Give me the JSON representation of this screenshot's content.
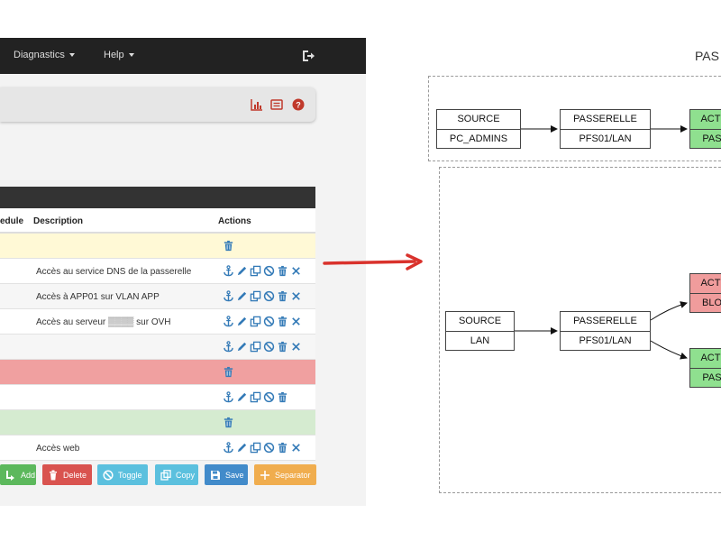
{
  "navbar": {
    "diagnostics_label": "Diagnastics",
    "help_label": "Help"
  },
  "table": {
    "headers": {
      "module": "edule",
      "description": "Description",
      "actions": "Actions"
    },
    "rows": [
      {
        "style": "yellow",
        "description": "",
        "actions": [
          "trash"
        ]
      },
      {
        "style": "white",
        "description": "Accès au service DNS de la passerelle",
        "actions": [
          "anchor",
          "pencil",
          "copy",
          "ban",
          "trash",
          "cross"
        ]
      },
      {
        "style": "grey",
        "description": "Accès à APP01 sur VLAN APP",
        "actions": [
          "anchor",
          "pencil",
          "copy",
          "ban",
          "trash",
          "cross"
        ]
      },
      {
        "style": "white",
        "description": "Accès au serveur ▒▒▒▒ sur OVH",
        "actions": [
          "anchor",
          "pencil",
          "copy",
          "ban",
          "trash",
          "cross"
        ]
      },
      {
        "style": "grey",
        "description": "",
        "actions": [
          "anchor",
          "pencil",
          "copy",
          "ban",
          "trash",
          "cross"
        ]
      },
      {
        "style": "red",
        "description": "",
        "actions": [
          "trash"
        ]
      },
      {
        "style": "white",
        "description": "",
        "actions": [
          "anchor",
          "pencil",
          "copy",
          "ban",
          "trash"
        ]
      },
      {
        "style": "green",
        "description": "",
        "actions": [
          "trash"
        ]
      },
      {
        "style": "white",
        "description": "Accès web",
        "actions": [
          "anchor",
          "pencil",
          "copy",
          "ban",
          "trash",
          "cross"
        ]
      }
    ]
  },
  "buttons": {
    "add": "Add",
    "delete": "Delete",
    "toggle": "Toggle",
    "copy": "Copy",
    "save": "Save",
    "separator": "Separator"
  },
  "diagram": {
    "title": "PAS",
    "top": {
      "source": [
        "SOURCE",
        "PC_ADMINS"
      ],
      "gateway": [
        "PASSERELLE",
        "PFS01/LAN"
      ],
      "action": [
        "ACTI",
        "PAS"
      ]
    },
    "bottom": {
      "source": [
        "SOURCE",
        "LAN"
      ],
      "gateway": [
        "PASSERELLE",
        "PFS01/LAN"
      ],
      "action_block": [
        "ACTI",
        "BLO"
      ],
      "action_pass": [
        "ACTI",
        "PAS"
      ]
    }
  },
  "colors": {
    "navbar": "#222222",
    "row_yellow": "#fff9d6",
    "row_red": "#f0a0a0",
    "row_green": "#d5ebd0",
    "icon_blue": "#337ab7",
    "btn_add": "#5cb85c",
    "btn_delete": "#d9534f",
    "btn_toggle": "#5bc0de",
    "btn_copy": "#5bc0de",
    "btn_save": "#428bca",
    "btn_separator": "#f0ad4e",
    "arrow": "#d9322c",
    "node_green": "#8fe08f",
    "node_red": "#f09c9c"
  }
}
